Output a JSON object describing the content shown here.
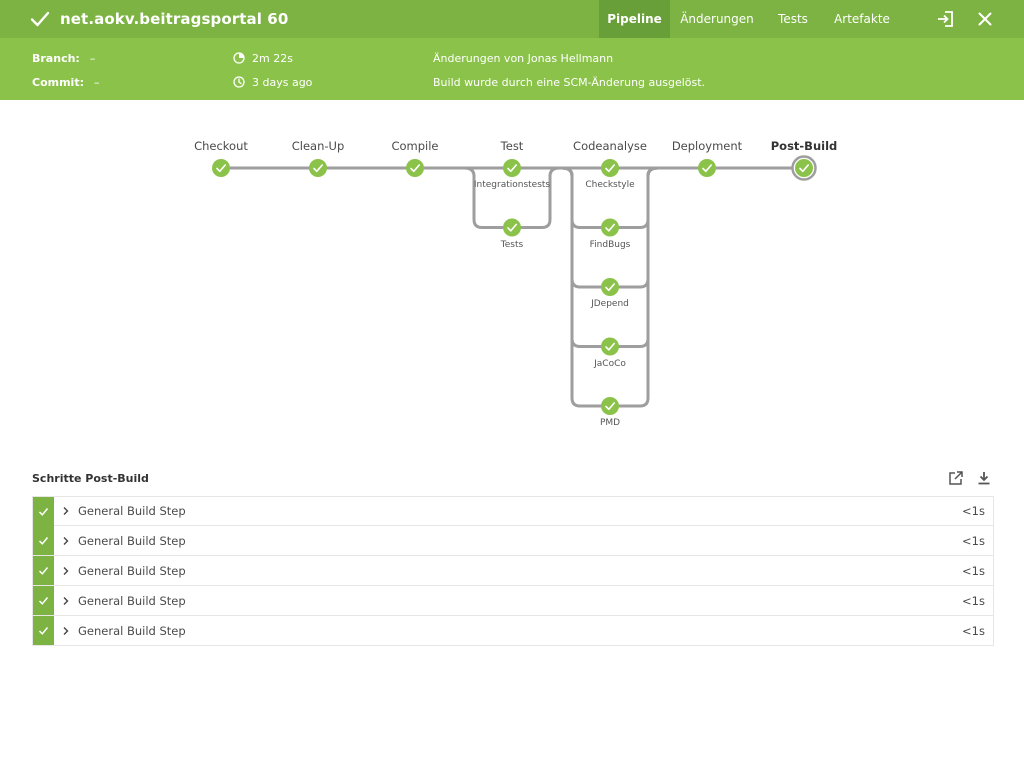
{
  "header": {
    "title": "net.aokv.beitragsportal 60",
    "tabs": [
      {
        "label": "Pipeline",
        "active": true
      },
      {
        "label": "Änderungen",
        "active": false
      },
      {
        "label": "Tests",
        "active": false
      },
      {
        "label": "Artefakte",
        "active": false
      }
    ],
    "icons": [
      "check-icon",
      "exit-icon",
      "close-icon"
    ]
  },
  "info": {
    "branch_label": "Branch:",
    "branch_value": "–",
    "commit_label": "Commit:",
    "commit_value": "–",
    "duration": "2m 22s",
    "started": "3 days ago",
    "changes": "Änderungen von Jonas Hellmann",
    "cause": "Build wurde durch eine SCM-Änderung ausgelöst."
  },
  "pipeline": {
    "stages": [
      {
        "name": "Checkout",
        "status": "success"
      },
      {
        "name": "Clean-Up",
        "status": "success"
      },
      {
        "name": "Compile",
        "status": "success"
      },
      {
        "name": "Test",
        "status": "success",
        "parallel": [
          "Integrationstests",
          "Tests"
        ]
      },
      {
        "name": "Codeanalyse",
        "status": "success",
        "parallel": [
          "Checkstyle",
          "FindBugs",
          "JDepend",
          "JaCoCo",
          "PMD"
        ]
      },
      {
        "name": "Deployment",
        "status": "success"
      },
      {
        "name": "Post-Build",
        "status": "success",
        "selected": true
      }
    ]
  },
  "steps": {
    "title": "Schritte Post-Build",
    "items": [
      {
        "name": "General Build Step",
        "duration": "<1s",
        "status": "success"
      },
      {
        "name": "General Build Step",
        "duration": "<1s",
        "status": "success"
      },
      {
        "name": "General Build Step",
        "duration": "<1s",
        "status": "success"
      },
      {
        "name": "General Build Step",
        "duration": "<1s",
        "status": "success"
      },
      {
        "name": "General Build Step",
        "duration": "<1s",
        "status": "success"
      }
    ]
  },
  "colors": {
    "topbar": "#7cb342",
    "topbar_active_tab": "#689f38",
    "infobar": "#8bc34a",
    "success": "#8bc34a",
    "connector": "#9e9e9e"
  }
}
